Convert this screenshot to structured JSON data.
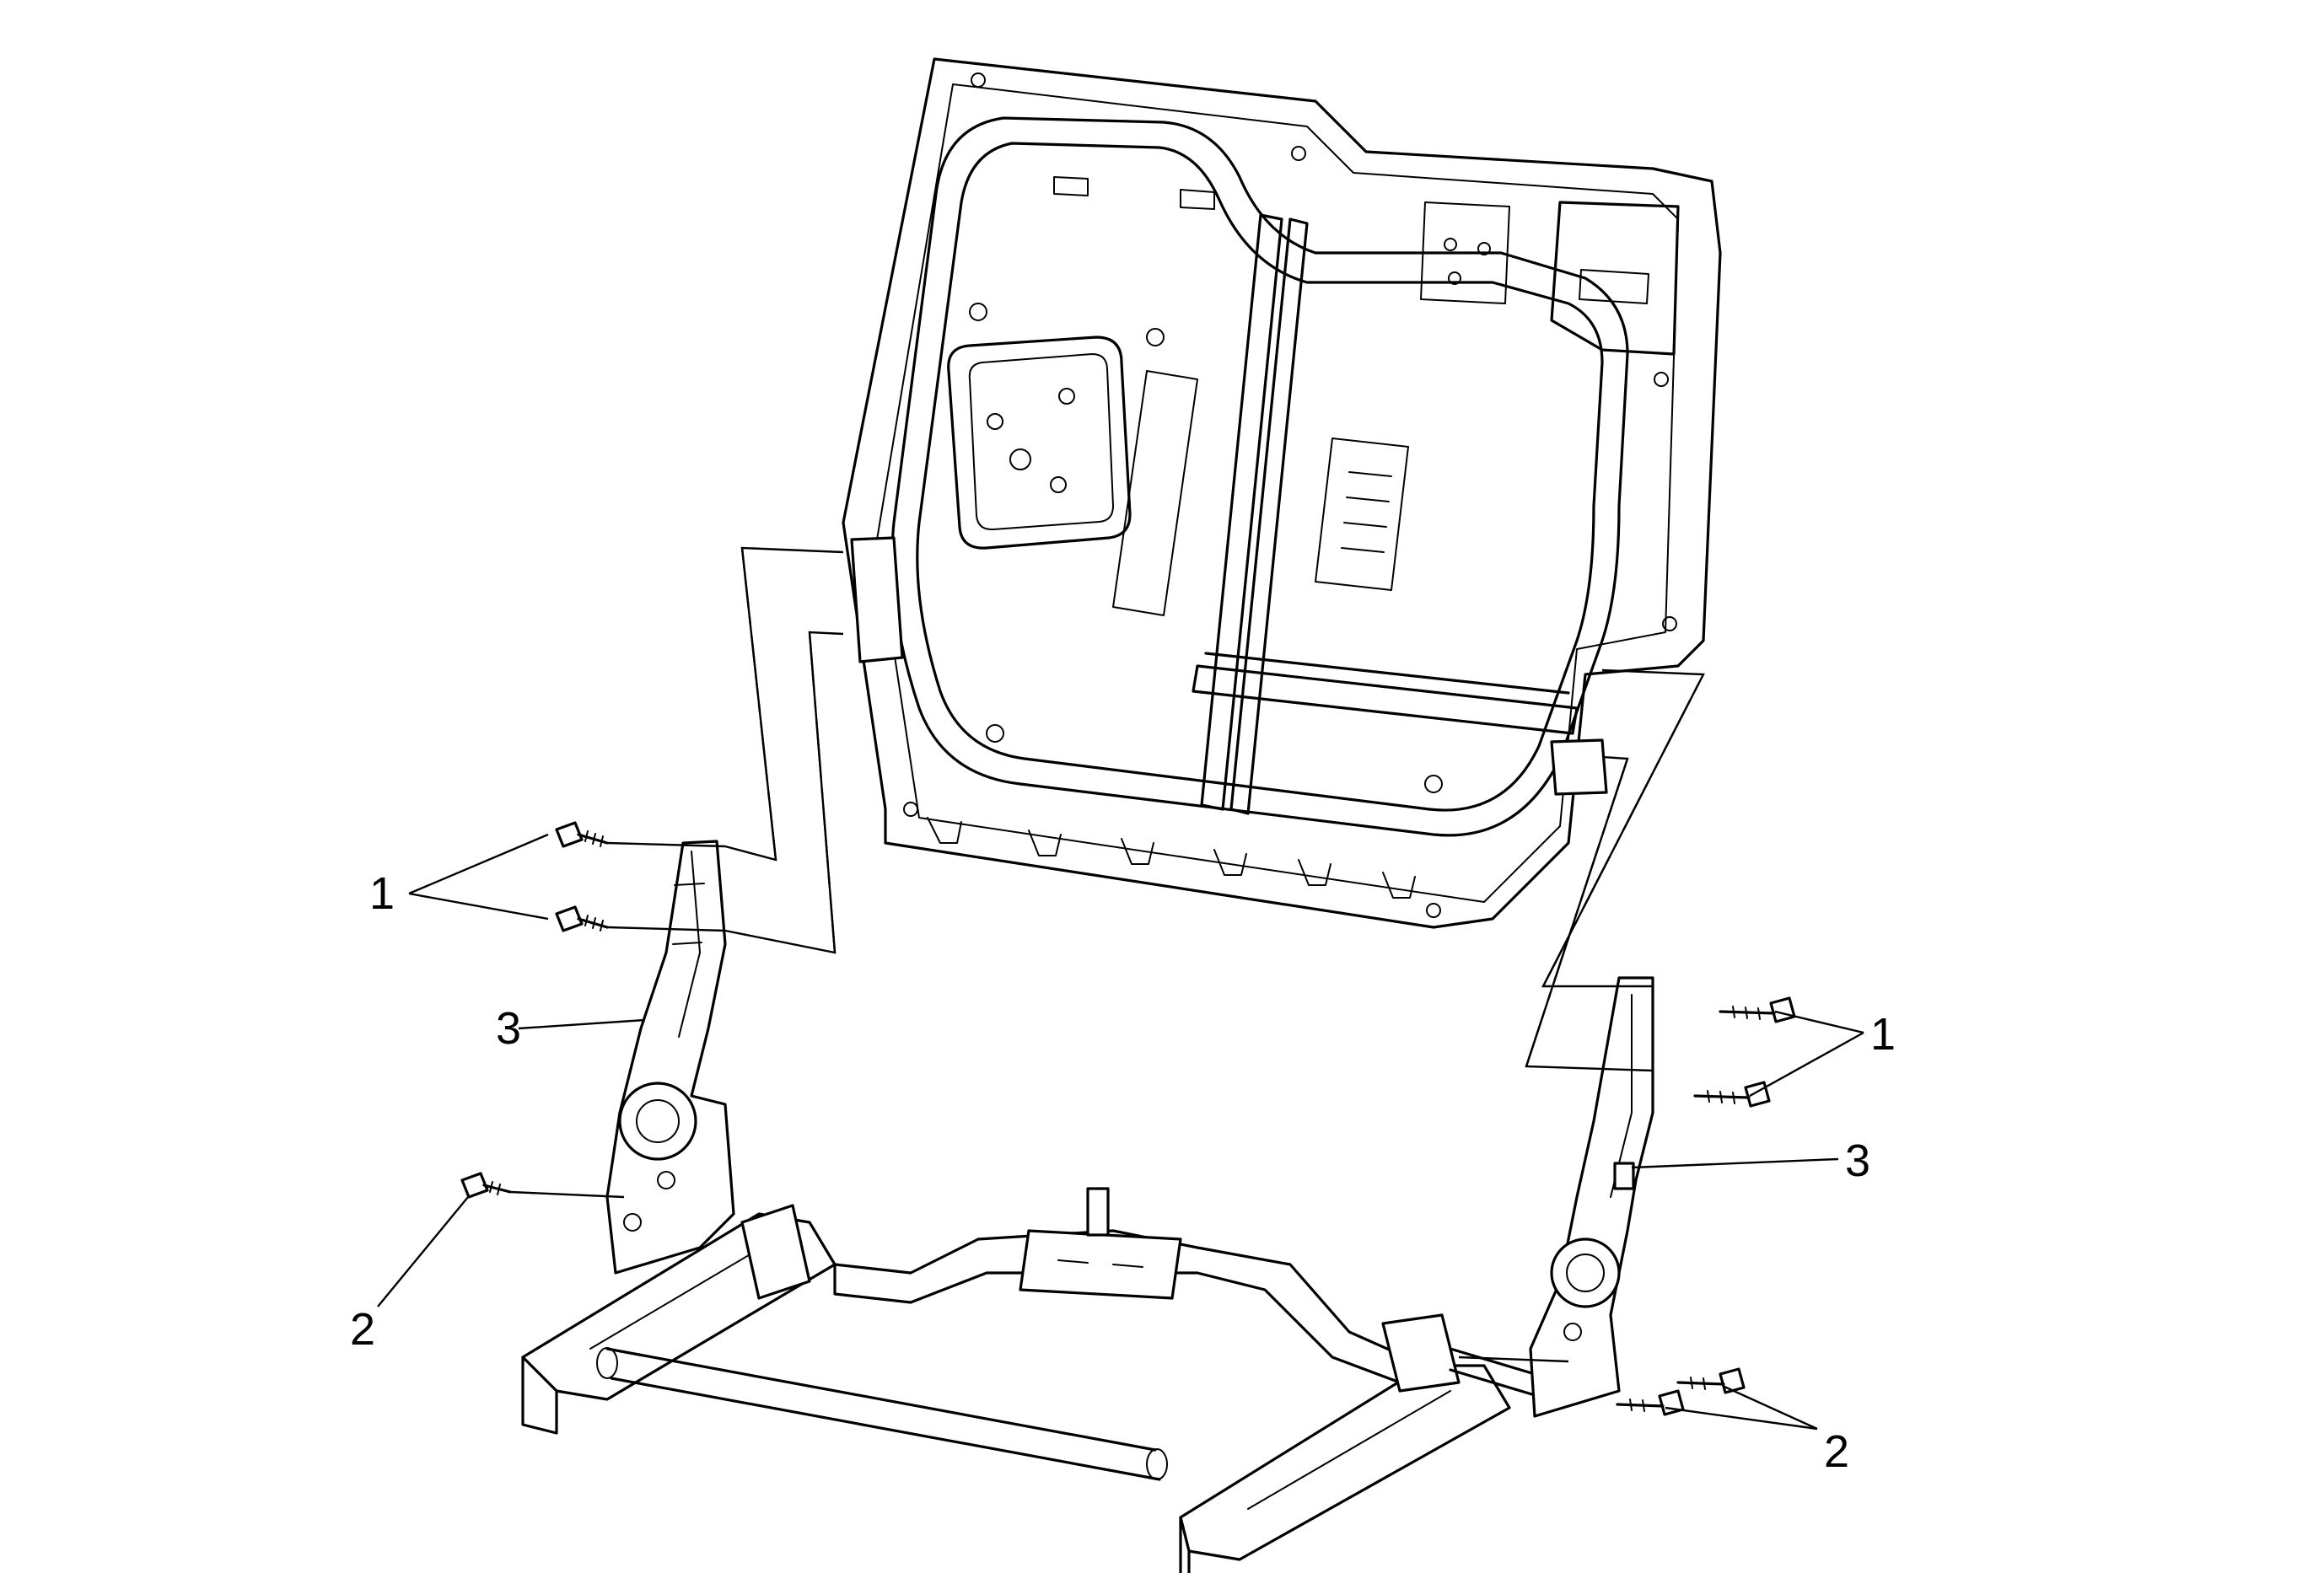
{
  "callouts": {
    "left_bolts_upper": "1",
    "left_bracket": "3",
    "left_bolt_lower": "2",
    "right_bolts_upper": "1",
    "right_bracket": "3",
    "right_bolts_lower": "2"
  },
  "icons": {
    "bolt": "bolt-icon",
    "seatback_frame": "seatback-frame-icon",
    "seat_cushion_frame": "seat-cushion-frame-icon",
    "recliner_bracket": "recliner-bracket-icon"
  }
}
